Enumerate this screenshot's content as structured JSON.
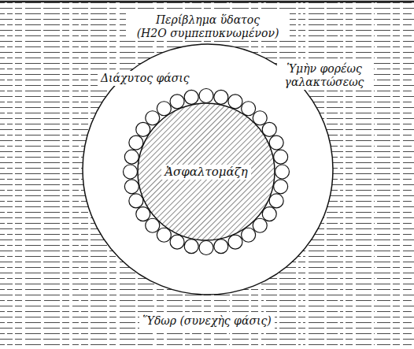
{
  "diagram": {
    "nodes": [
      {
        "text": [
          "Περίβλημα ὕδατος (H2O συμπεπυκνωμένον)"
        ]
      },
      {
        "text": [
          "Ἀσφαλτομάζη"
        ],
        "in": 0
      }
    ],
    "labels": [
      "Διάχυτος φάσις",
      "Ὑμὴν φορέως γαλακτώσεως",
      "Ὕδωρ (συνεχὴς φάσις)"
    ]
  }
}
